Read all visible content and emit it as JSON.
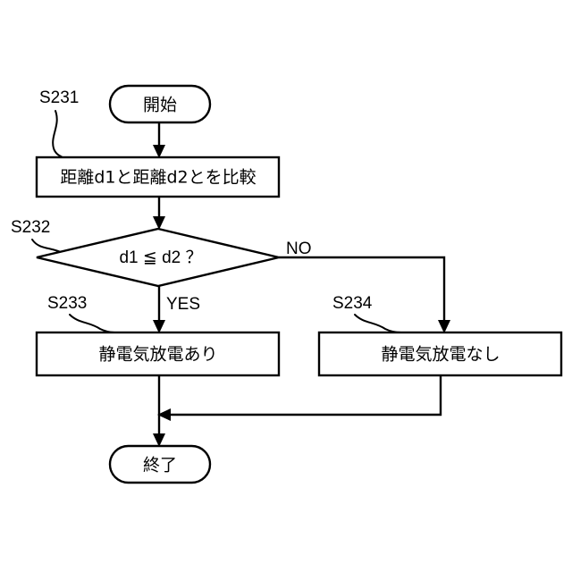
{
  "diagram": {
    "type": "flowchart",
    "title": "",
    "background_color": "#ffffff",
    "line_color": "#000000",
    "nodes": {
      "start": {
        "id": "start",
        "shape": "terminator",
        "label": "開始"
      },
      "compare": {
        "id": "S231",
        "shape": "process",
        "label": "距離d1と距離d2とを比較",
        "step": "S231"
      },
      "decision": {
        "id": "S232",
        "shape": "decision",
        "label": "d1 ≦ d2 ？",
        "step": "S232"
      },
      "esd_yes": {
        "id": "S233",
        "shape": "process",
        "label": "静電気放電あり",
        "step": "S233"
      },
      "esd_no": {
        "id": "S234",
        "shape": "process",
        "label": "静電気放電なし",
        "step": "S234"
      },
      "end": {
        "id": "end",
        "shape": "terminator",
        "label": "終了"
      }
    },
    "branch_labels": {
      "yes": "YES",
      "no": "NO"
    },
    "step_labels": {
      "s231": "S231",
      "s232": "S232",
      "s233": "S233",
      "s234": "S234"
    }
  }
}
